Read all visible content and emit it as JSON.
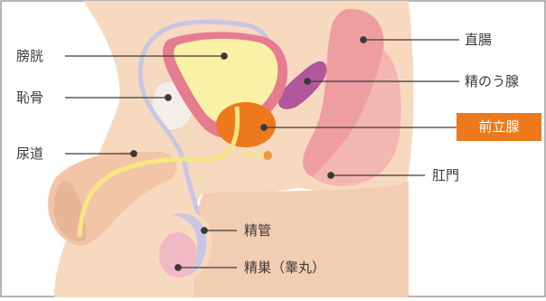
{
  "labels": {
    "bladder": "膀胱",
    "pubic_bone": "恥骨",
    "urethra": "尿道",
    "rectum": "直腸",
    "seminal_vesicle": "精のう腺",
    "prostate": "前立腺",
    "anus": "肛門",
    "vas_deferens": "精管",
    "testis": "精巣（睾丸）"
  },
  "colors": {
    "highlight": "#ec7a1c",
    "skin": "#f7d9c0",
    "skin_dark": "#f0c4a6",
    "bladder_fill": "#f8f1a6",
    "bladder_wall": "#e77b8f",
    "prostate": "#ec7a1c",
    "seminal_vesicle": "#b0579d",
    "rectum": "#ee9ea1",
    "duct": "#c9c6e4",
    "urethra": "#f6e783",
    "testis": "#f1b9c3"
  }
}
